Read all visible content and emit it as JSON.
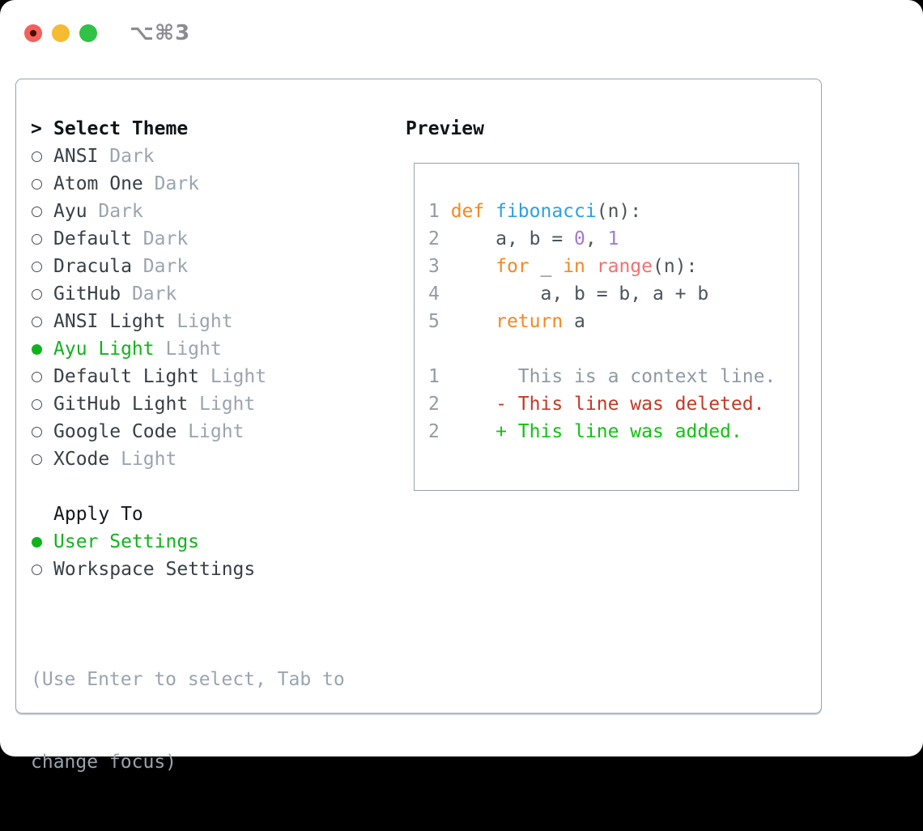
{
  "titlebar": {
    "shortcut": "⌥⌘3"
  },
  "select_theme": {
    "marker": ">",
    "title": "Select Theme",
    "items": [
      {
        "name": "ANSI",
        "variant": "Dark",
        "selected": false
      },
      {
        "name": "Atom One",
        "variant": "Dark",
        "selected": false
      },
      {
        "name": "Ayu",
        "variant": "Dark",
        "selected": false
      },
      {
        "name": "Default",
        "variant": "Dark",
        "selected": false
      },
      {
        "name": "Dracula",
        "variant": "Dark",
        "selected": false
      },
      {
        "name": "GitHub",
        "variant": "Dark",
        "selected": false
      },
      {
        "name": "ANSI Light",
        "variant": "Light",
        "selected": false
      },
      {
        "name": "Ayu Light",
        "variant": "Light",
        "selected": true
      },
      {
        "name": "Default Light",
        "variant": "Light",
        "selected": false
      },
      {
        "name": "GitHub Light",
        "variant": "Light",
        "selected": false
      },
      {
        "name": "Google Code",
        "variant": "Light",
        "selected": false
      },
      {
        "name": "XCode",
        "variant": "Light",
        "selected": false
      }
    ]
  },
  "apply_to": {
    "title": "Apply To",
    "options": [
      {
        "label": "User Settings",
        "selected": true
      },
      {
        "label": "Workspace Settings",
        "selected": false
      }
    ]
  },
  "footer_lines": [
    "(Use Enter to select, Tab to",
    "change focus)"
  ],
  "preview": {
    "title": "Preview",
    "lines": [
      {
        "num": "1",
        "tokens": [
          {
            "t": "def ",
            "c": "keyword"
          },
          {
            "t": "fibonacci",
            "c": "function"
          },
          {
            "t": "(n):",
            "c": "plain"
          }
        ]
      },
      {
        "num": "2",
        "tokens": [
          {
            "t": "    a, b = ",
            "c": "plain"
          },
          {
            "t": "0",
            "c": "number"
          },
          {
            "t": ", ",
            "c": "plain"
          },
          {
            "t": "1",
            "c": "number"
          }
        ]
      },
      {
        "num": "3",
        "tokens": [
          {
            "t": "    ",
            "c": "plain"
          },
          {
            "t": "for",
            "c": "keyword"
          },
          {
            "t": " _ ",
            "c": "plain"
          },
          {
            "t": "in",
            "c": "keyword"
          },
          {
            "t": " ",
            "c": "plain"
          },
          {
            "t": "range",
            "c": "builtin"
          },
          {
            "t": "(n):",
            "c": "plain"
          }
        ]
      },
      {
        "num": "4",
        "tokens": [
          {
            "t": "        a, b = b, a + b",
            "c": "plain"
          }
        ]
      },
      {
        "num": "5",
        "tokens": [
          {
            "t": "    ",
            "c": "plain"
          },
          {
            "t": "return",
            "c": "keyword"
          },
          {
            "t": " a",
            "c": "plain"
          }
        ]
      },
      {
        "num": "",
        "tokens": []
      },
      {
        "num": "1",
        "tokens": [
          {
            "t": "      This is a context line.",
            "c": "context"
          }
        ]
      },
      {
        "num": "2",
        "tokens": [
          {
            "t": "    - This line was deleted.",
            "c": "deleted"
          }
        ]
      },
      {
        "num": "2",
        "tokens": [
          {
            "t": "    + This line was added.",
            "c": "added"
          }
        ]
      }
    ]
  },
  "colors": {
    "selection_green": "#10b31c",
    "diff_added_green": "#13c113",
    "diff_deleted_red": "#c23a27",
    "keyword_orange": "#f7871f",
    "function_blue": "#2f9fe5",
    "builtin_coral": "#f47070",
    "number_purple": "#a37acc",
    "muted_gray": "#9aa4b0",
    "border_gray": "#99a1ac",
    "traffic_red": "#f4605a",
    "traffic_yellow": "#f5bb31",
    "traffic_green": "#31c146"
  }
}
